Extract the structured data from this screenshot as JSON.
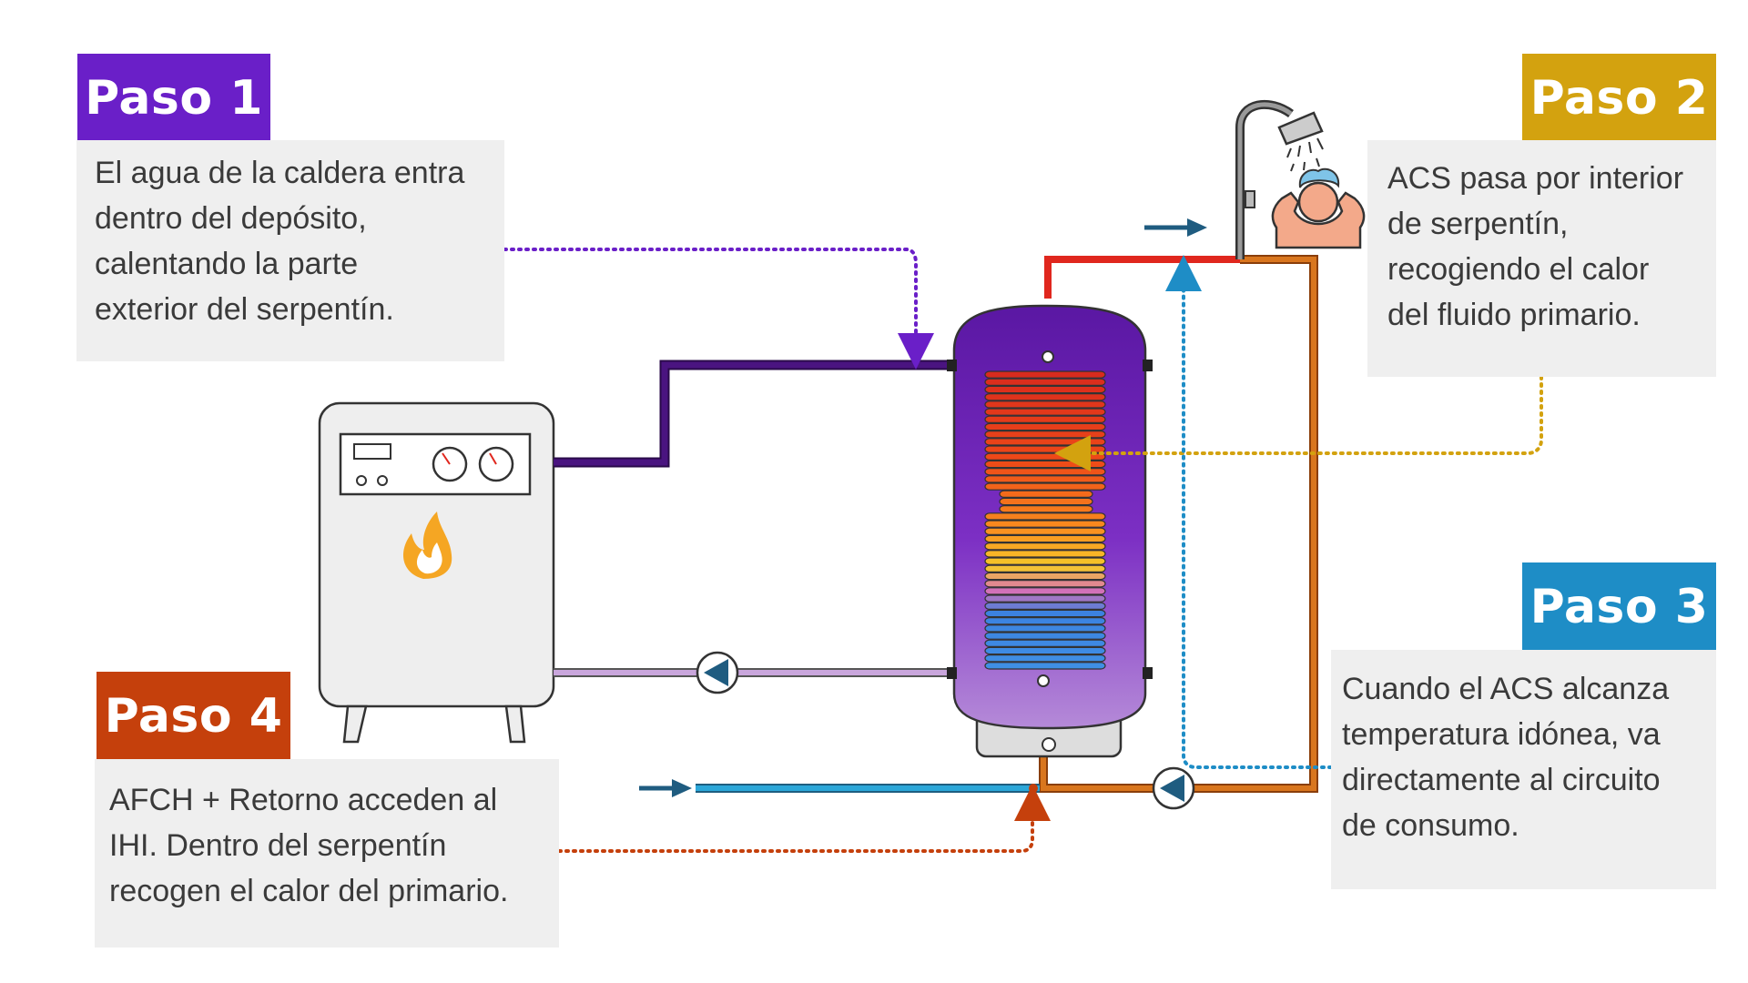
{
  "steps": [
    {
      "id": "paso1",
      "title": "Paso 1",
      "color": "#6a1fc8",
      "lines": [
        "El agua de la caldera entra",
        "dentro del depósito,",
        "calentando la parte",
        "exterior del serpentín."
      ]
    },
    {
      "id": "paso2",
      "title": "Paso 2",
      "color": "#d3a20f",
      "lines": [
        "ACS pasa por interior",
        "de serpentín,",
        "recogiendo el calor",
        "del fluido primario."
      ]
    },
    {
      "id": "paso3",
      "title": "Paso 3",
      "color": "#1e8dc6",
      "lines": [
        "Cuando el ACS alcanza",
        "temperatura idónea, va",
        "directamente al circuito",
        "de consumo."
      ]
    },
    {
      "id": "paso4",
      "title": "Paso 4",
      "color": "#c5400c",
      "lines": [
        "AFCH + Retorno acceden al",
        "IHI. Dentro del serpentín",
        "recogen el calor del primario."
      ]
    }
  ],
  "colors": {
    "primary_flow": "#4a1480",
    "primary_return": "#c9a6dc",
    "hot_water": "#e0271e",
    "recirculation": "#d9761e",
    "cold_water": "#2ba7d9",
    "arrow_dark_blue": "#1f5c80",
    "boiler_body": "#eeeeee",
    "flame": "#f5a623"
  },
  "icons": [
    "boiler-icon",
    "flame-icon",
    "pump-icon",
    "shower-icon",
    "person-icon",
    "coil-tank-icon"
  ]
}
